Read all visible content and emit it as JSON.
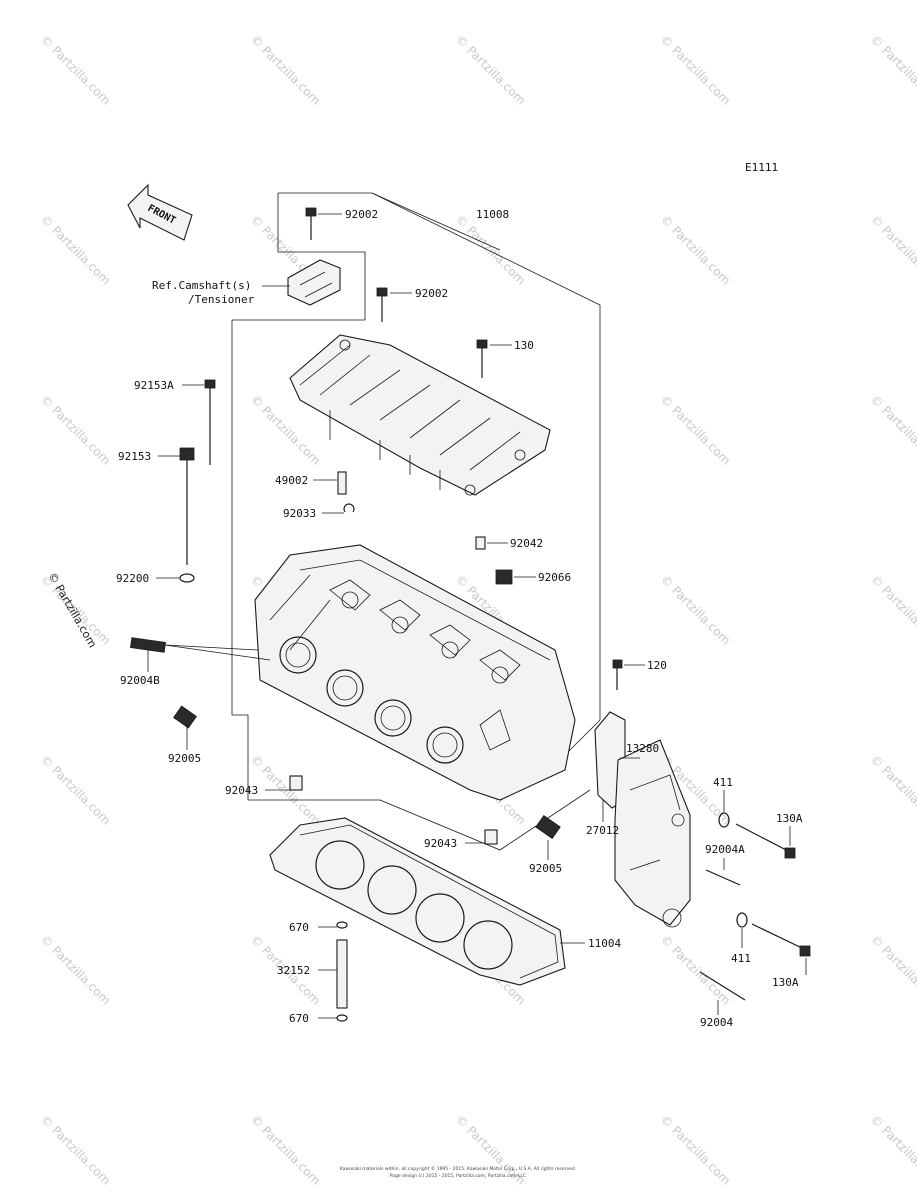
{
  "diagram_code": "E1111",
  "front_label": "FRONT",
  "ref_note_line1": "Ref.Camshaft(s)",
  "ref_note_line2": "/Tensioner",
  "side_watermark": "© Partzilla.com",
  "watermark": "© Partzilla.com",
  "copyright_line1": "Kawasaki materials within, all copyright © 1995 - 2015, Kawasaki Motor Corp., U.S.A. All rights reserved.",
  "copyright_line2": "Page design (c) 2015 - 2015, Partzilla.com, Partzilla.com LLC",
  "parts": {
    "p11008": "11008",
    "p92002a": "92002",
    "p92002b": "92002",
    "p130": "130",
    "p92153A": "92153A",
    "p92153": "92153",
    "p49002": "49002",
    "p92033": "92033",
    "p92042": "92042",
    "p92200": "92200",
    "p92066": "92066",
    "p92004B": "92004B",
    "p120": "120",
    "p92005a": "92005",
    "p13280": "13280",
    "p92043a": "92043",
    "p411a": "411",
    "p130Aa": "130A",
    "p27012": "27012",
    "p92004A": "92004A",
    "p92043b": "92043",
    "p92005b": "92005",
    "p670a": "670",
    "p11004": "11004",
    "p411b": "411",
    "p130Ab": "130A",
    "p32152": "32152",
    "p670b": "670",
    "p92004": "92004"
  }
}
